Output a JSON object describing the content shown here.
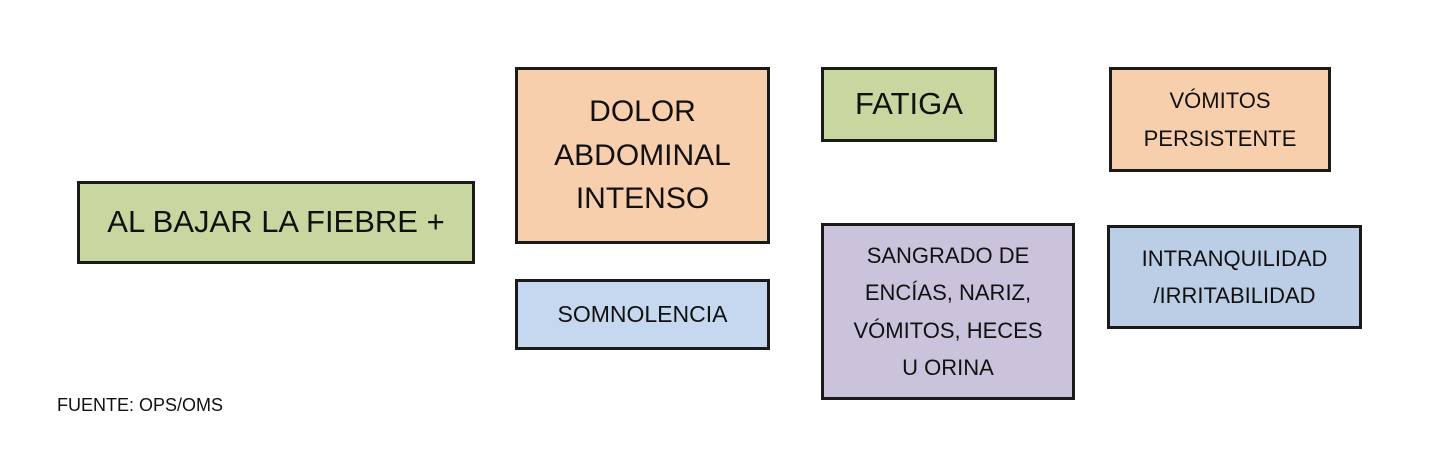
{
  "diagram": {
    "trigger": {
      "label": "AL BAJAR LA FIEBRE +",
      "color": "#c8d7a0"
    },
    "signs": [
      {
        "id": "abdominal",
        "lines": [
          "DOLOR",
          "ABDOMINAL",
          "INTENSO"
        ],
        "color": "#f8cfac"
      },
      {
        "id": "fatiga",
        "lines": [
          "FATIGA"
        ],
        "color": "#c8d7a0"
      },
      {
        "id": "vomitos",
        "lines": [
          "VÓMITOS",
          "PERSISTENTE"
        ],
        "color": "#f8cfac"
      },
      {
        "id": "somnolencia",
        "lines": [
          "SOMNOLENCIA"
        ],
        "color": "#c5d8f0"
      },
      {
        "id": "sangrado",
        "lines": [
          "SANGRADO DE",
          "ENCÍAS, NARIZ,",
          "VÓMITOS, HECES",
          "U ORINA"
        ],
        "color": "#cbc2dc"
      },
      {
        "id": "intranquilidad",
        "lines": [
          "INTRANQUILIDAD",
          "/IRRITABILIDAD"
        ],
        "color": "#bccee6"
      }
    ]
  },
  "source": "FUENTE: OPS/OMS"
}
